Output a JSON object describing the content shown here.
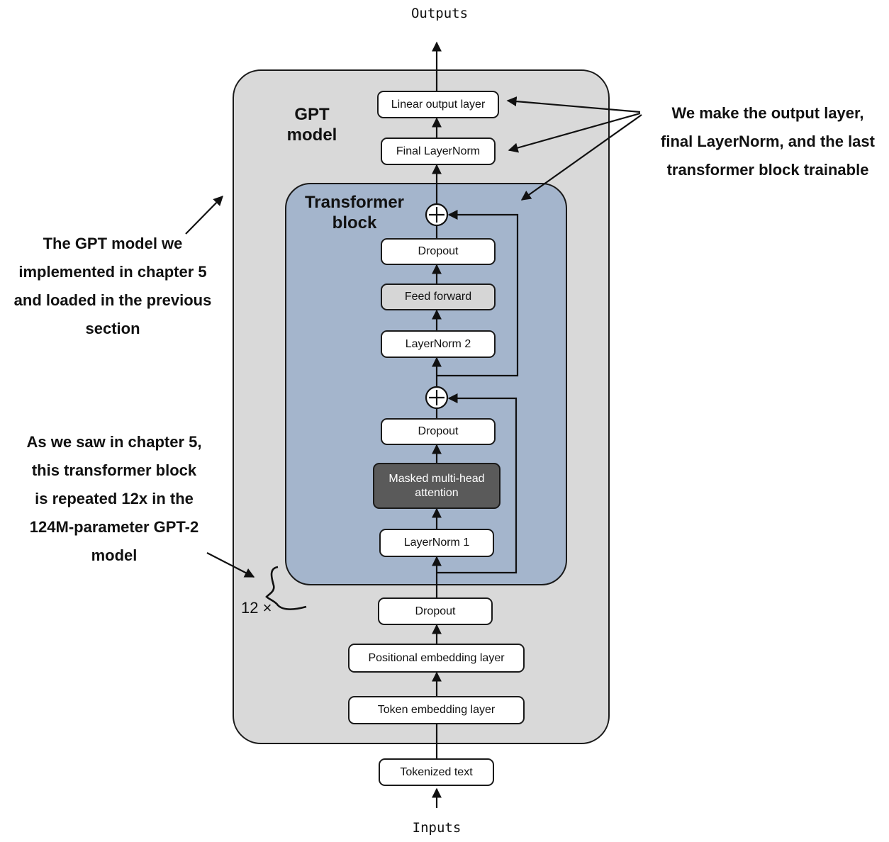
{
  "labels": {
    "outputs": "Outputs",
    "inputs": "Inputs",
    "gpt_title": "GPT\nmodel",
    "transformer_title": "Transformer\nblock",
    "repeat": "12 ×"
  },
  "gpt_blocks": {
    "linear_output": "Linear output layer",
    "final_norm": "Final LayerNorm",
    "dropout": "Dropout",
    "positional_embedding": "Positional embedding layer",
    "token_embedding": "Token embedding layer",
    "tokenized_text": "Tokenized text"
  },
  "transformer_blocks": {
    "dropout_2": "Dropout",
    "feed_forward": "Feed forward",
    "layernorm_2": "LayerNorm 2",
    "dropout_1": "Dropout",
    "attention": "Masked multi-head attention",
    "layernorm_1": "LayerNorm 1"
  },
  "annotations": {
    "trainable": "We make the output layer,\nfinal LayerNorm, and the last\ntransformer block trainable",
    "gpt_model": "The GPT model we\nimplemented in chapter 5\nand loaded in the previous\nsection",
    "repeated": "As we saw in chapter 5,\nthis transformer block\nis repeated 12x in the\n124M-parameter GPT-2\nmodel"
  },
  "colors": {
    "gpt_panel": "#d9d9d9",
    "transformer_panel": "#a4b5cc",
    "feed_forward_fill": "#d6d6d6",
    "attention_fill": "#5a5a5a",
    "box_fill": "#ffffff",
    "stroke": "#1a1a1a"
  }
}
